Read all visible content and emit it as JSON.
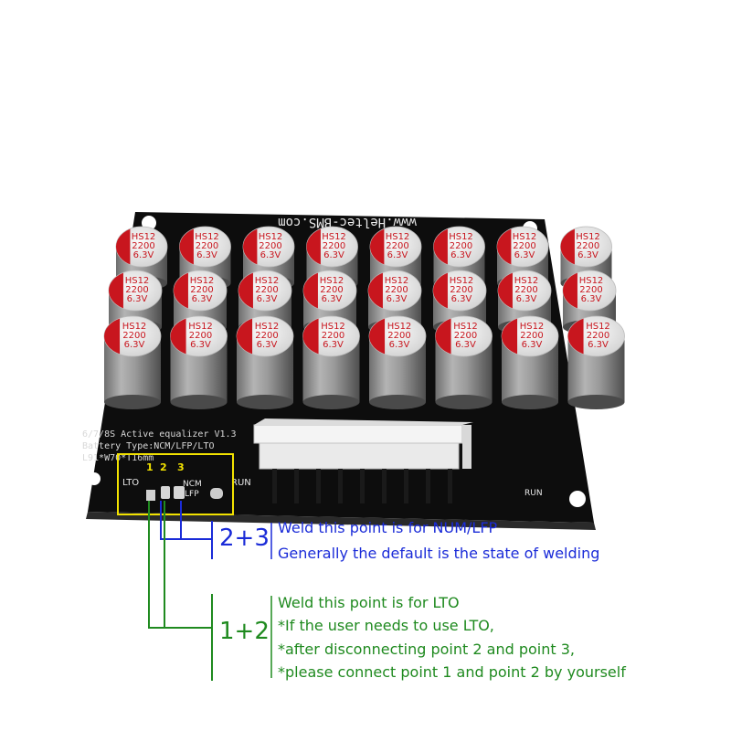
{
  "board": {
    "url_text": "www.Heltec-BMS.com",
    "model_line": "6/7/8S Active equalizer V1.3",
    "battery_line": "Battery Type:NCM/LFP/LTO",
    "size_line": "L91*W70*T16mm",
    "pad_labels": {
      "lto": "LTO",
      "ncm": "NCM",
      "lfp": "LFP",
      "run_left": "RUN",
      "run_right": "RUN"
    },
    "point_numbers": [
      "1",
      "2",
      "3"
    ],
    "capacitor": {
      "line1": "HS12",
      "line2": "2200",
      "line3": "6.3V"
    }
  },
  "annotations": {
    "blue_label": "2+3",
    "blue_lines": [
      "Weld this point is for NUM/LFP",
      "Generally the default is the state of welding"
    ],
    "green_label": "1+2",
    "green_lines": [
      "Weld this point is for LTO",
      "*If the user needs to use LTO,",
      "*after disconnecting point 2 and point 3,",
      "*please connect point 1 and point 2 by yourself"
    ]
  },
  "colors": {
    "blue": "#1a2bd8",
    "green": "#1f8a1f",
    "highlight": "#f2e200",
    "pcb": "#0d0d0d"
  }
}
